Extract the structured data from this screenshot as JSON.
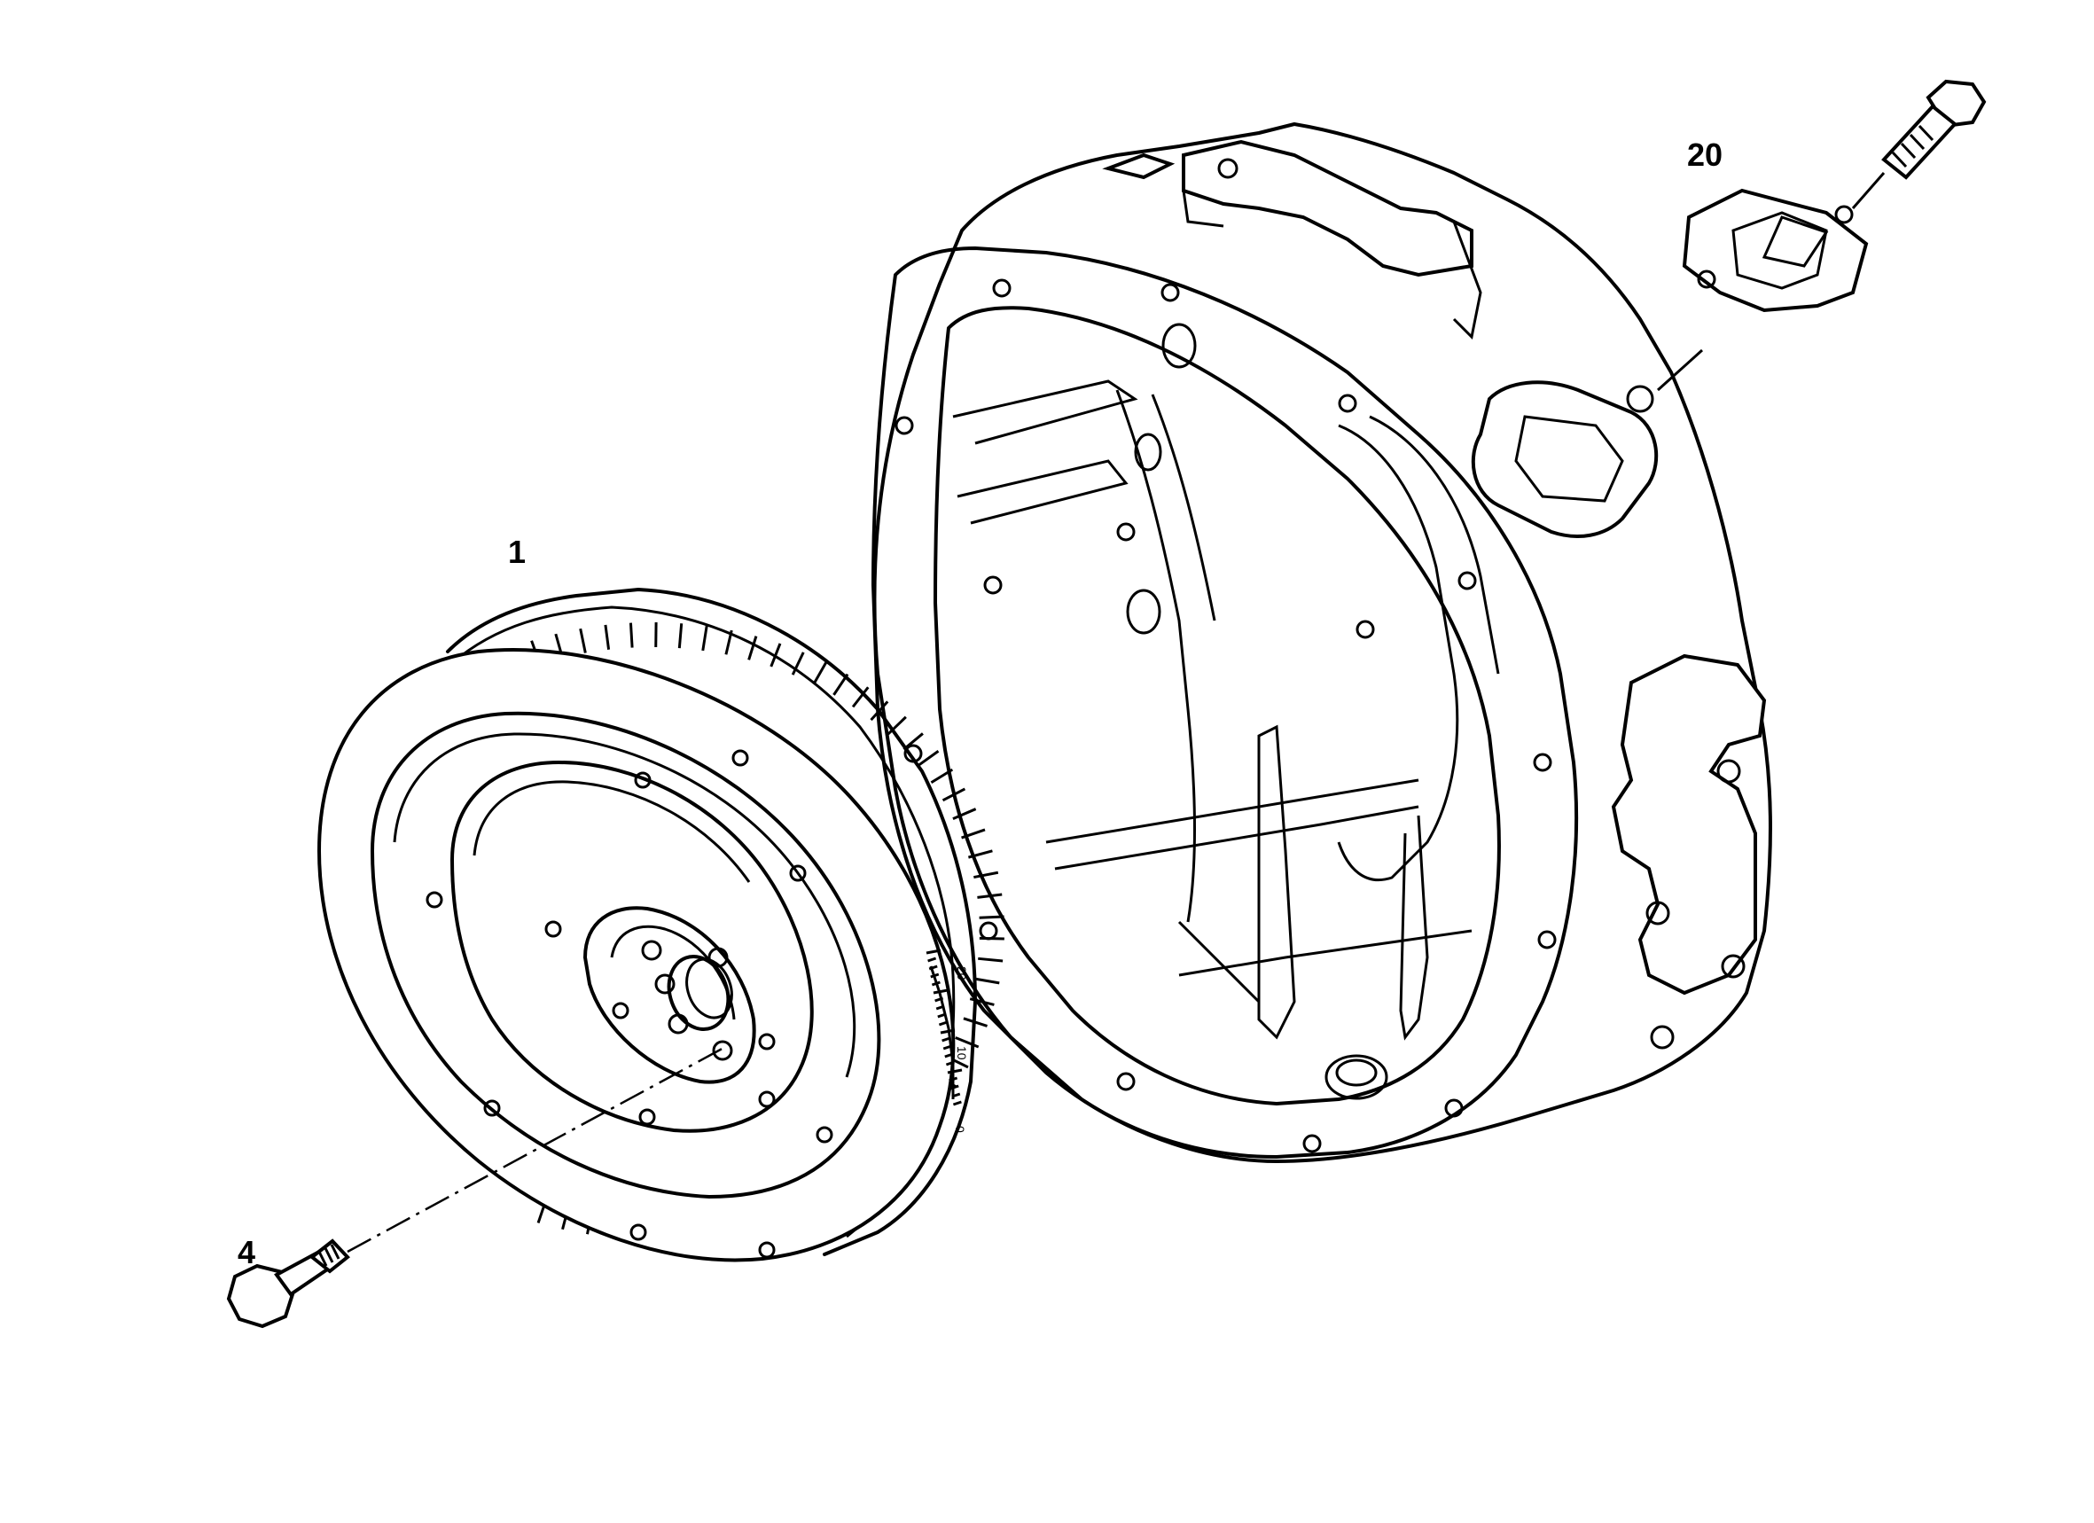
{
  "callouts": {
    "flywheel": "1",
    "bolt": "4",
    "cover_plate": "20"
  },
  "flywheel_marks": [
    "0",
    "10",
    "20"
  ]
}
